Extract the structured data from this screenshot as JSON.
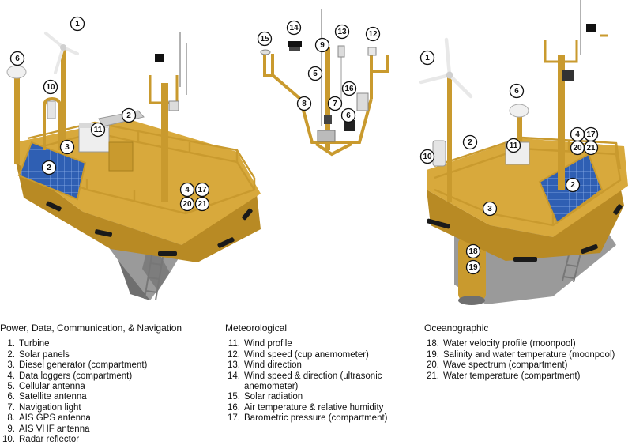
{
  "legend": [
    {
      "heading": "Power, Data, Communication, & Navigation",
      "items": [
        {
          "num": "1.",
          "label": "Turbine"
        },
        {
          "num": "2.",
          "label": "Solar panels"
        },
        {
          "num": "3.",
          "label": "Diesel generator (compartment)"
        },
        {
          "num": "4.",
          "label": "Data loggers (compartment)"
        },
        {
          "num": "5.",
          "label": "Cellular antenna"
        },
        {
          "num": "6.",
          "label": "Satellite antenna"
        },
        {
          "num": "7.",
          "label": "Navigation light"
        },
        {
          "num": "8.",
          "label": "AIS GPS antenna"
        },
        {
          "num": "9.",
          "label": "AIS VHF antenna"
        },
        {
          "num": "10.",
          "label": "Radar reflector"
        }
      ]
    },
    {
      "heading": "Meteorological",
      "items": [
        {
          "num": "11.",
          "label": "Wind profile"
        },
        {
          "num": "12.",
          "label": "Wind speed (cup anemometer)"
        },
        {
          "num": "13.",
          "label": "Wind direction"
        },
        {
          "num": "14.",
          "label": "Wind speed & direction (ultrasonic anemometer)"
        },
        {
          "num": "15.",
          "label": "Solar radiation"
        },
        {
          "num": "16.",
          "label": "Air temperature & relative humidity"
        },
        {
          "num": "17.",
          "label": "Barometric pressure (compartment)"
        }
      ]
    },
    {
      "heading": "Oceanographic",
      "items": [
        {
          "num": "18.",
          "label": "Water velocity profile (moonpool)"
        },
        {
          "num": "19.",
          "label": "Salinity and water temperature (moonpool)"
        },
        {
          "num": "20.",
          "label": "Wave spectrum (compartment)"
        },
        {
          "num": "21.",
          "label": "Water temperature (compartment)"
        }
      ]
    }
  ],
  "callouts": {
    "left": [
      "1",
      "6",
      "10",
      "2",
      "11",
      "3",
      "2",
      "4",
      "17",
      "20",
      "21"
    ],
    "middle": [
      "15",
      "14",
      "9",
      "13",
      "12",
      "5",
      "16",
      "8",
      "7",
      "6"
    ],
    "right": [
      "1",
      "6",
      "2",
      "11",
      "10",
      "4",
      "17",
      "20",
      "21",
      "2",
      "3",
      "18",
      "19"
    ]
  },
  "colors": {
    "hull": "#d8a93c",
    "hull_dark": "#b88a24",
    "hull_shadow": "#8c6a1c",
    "keel": "#9a9a9a",
    "keel_dark": "#6f6f6f",
    "panel": "#2f5fb3",
    "fender": "#1a1a1a"
  }
}
